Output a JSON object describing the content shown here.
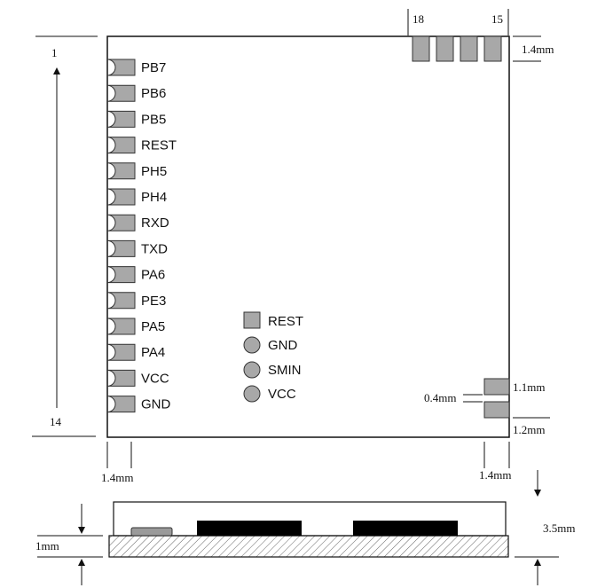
{
  "side_pins": [
    "PB7",
    "PB6",
    "PB5",
    "REST",
    "PH5",
    "PH4",
    "RXD",
    "TXD",
    "PA6",
    "PE3",
    "PA5",
    "PA4",
    "VCC",
    "GND"
  ],
  "pin_numbers": {
    "first": "1",
    "last": "14",
    "top_left": "18",
    "top_right": "15"
  },
  "legend": [
    {
      "shape": "square",
      "label": "REST"
    },
    {
      "shape": "circle",
      "label": "GND"
    },
    {
      "shape": "circle",
      "label": "SMIN"
    },
    {
      "shape": "circle",
      "label": "VCC"
    }
  ],
  "dimensions": {
    "top_pad_pitch": "1.4mm",
    "right_pad_height": "1.1mm",
    "right_pad_gap": "0.4mm",
    "right_pad_bottom": "1.2mm",
    "bottom_left_offset": "1.4mm",
    "bottom_right_offset": "1.4mm",
    "pcb_thickness": "1mm",
    "total_height": "3.5mm"
  },
  "colors": {
    "pad": "#a8a8a8",
    "outline": "#111111",
    "component": "#000000"
  }
}
